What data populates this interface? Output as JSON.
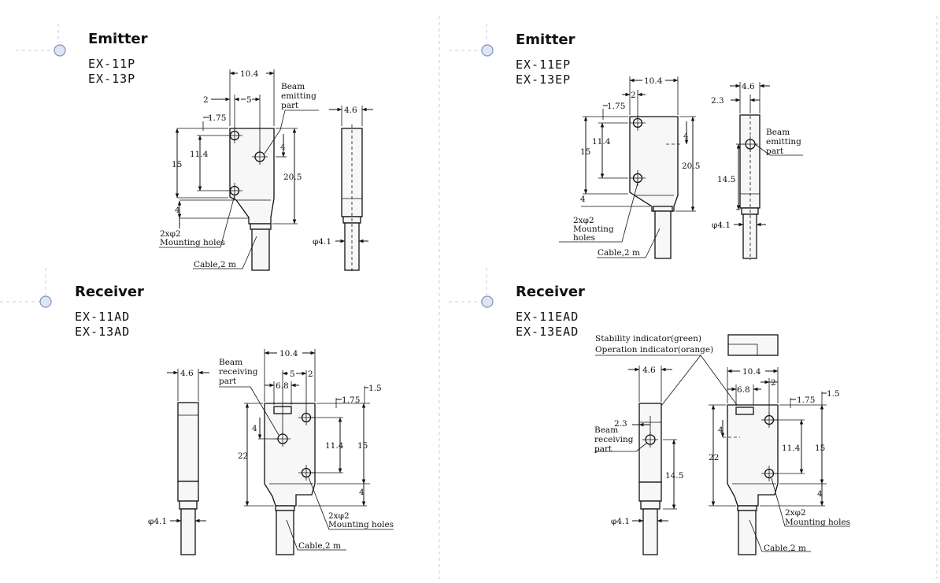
{
  "panels": [
    {
      "id": "top-left",
      "title": "Emitter",
      "models": [
        "EX-11P",
        "EX-13P"
      ],
      "dims": {
        "w": "10.4",
        "hole_off": "2",
        "hole_off2": "5",
        "edge": "1.75",
        "h": "11.4",
        "hc": "15",
        "h2": "20.5",
        "v4a": "4",
        "v4b": "4",
        "side_w": "4.6",
        "cable_d": "φ4.1"
      },
      "labels": {
        "beam": [
          "Beam",
          "emitting",
          "part"
        ],
        "holes": [
          "2xφ2",
          "Mounting holes"
        ],
        "cable": "Cable,2 m"
      }
    },
    {
      "id": "top-right",
      "title": "Emitter",
      "models": [
        "EX-11EP",
        "EX-13EP"
      ],
      "dims": {
        "w": "10.4",
        "hole_off": "2",
        "edge": "1.75",
        "h": "11.4",
        "hc": "15",
        "h2": "20.5",
        "v4a": "4",
        "v4b": "4",
        "side_w": "4.6",
        "side_off": "2.3",
        "side_h": "14.5",
        "cable_d": "φ4.1"
      },
      "labels": {
        "beam": [
          "Beam",
          "emitting",
          "part"
        ],
        "holes": [
          "2xφ2",
          "Mounting",
          "holes"
        ],
        "cable": "Cable,2 m"
      }
    },
    {
      "id": "bottom-left",
      "title": "Receiver",
      "models": [
        "EX-11AD",
        "EX-13AD"
      ],
      "dims": {
        "side_w": "4.6",
        "w": "10.4",
        "hole_off2": "5",
        "hole_off": "2",
        "ind_w": "6.8",
        "edge": "1.75",
        "edge2": "1.5",
        "h": "11.4",
        "hc": "15",
        "h22": "22",
        "v4a": "4",
        "v4b": "4",
        "cable_d": "φ4.1"
      },
      "labels": {
        "beam": [
          "Beam",
          "receiving",
          "part"
        ],
        "holes": [
          "2xφ2",
          "Mounting holes"
        ],
        "cable": "Cable,2 m"
      }
    },
    {
      "id": "bottom-right",
      "title": "Receiver",
      "models": [
        "EX-11EAD",
        "EX-13EAD"
      ],
      "dims": {
        "side_w": "4.6",
        "side_off": "2.3",
        "side_h": "14.5",
        "w": "10.4",
        "ind_w": "6.8",
        "hole_off": "2",
        "edge": "1.75",
        "edge2": "1.5",
        "h": "11.4",
        "hc": "15",
        "h22": "22",
        "v4a": "4",
        "v4b": "4",
        "cable_d": "φ4.1"
      },
      "labels": {
        "indicators": [
          "Stability indicator(green)",
          "Operation indicator(orange)"
        ],
        "beam": [
          "Beam",
          "receiving",
          "part"
        ],
        "holes": [
          "2xφ2",
          "Mounting holes"
        ],
        "cable": "Cable,2 m"
      }
    }
  ]
}
